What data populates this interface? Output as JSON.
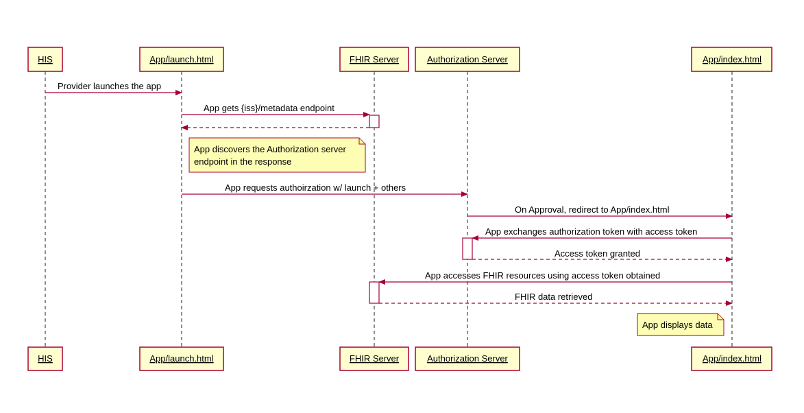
{
  "participants": [
    {
      "id": "his",
      "label": "HIS"
    },
    {
      "id": "launch",
      "label": "App/launch.html"
    },
    {
      "id": "fhir",
      "label": "FHIR Server"
    },
    {
      "id": "auth",
      "label": "Authorization Server"
    },
    {
      "id": "index",
      "label": "App/index.html"
    }
  ],
  "messages": [
    {
      "label": "Provider launches the app",
      "from": "his",
      "to": "launch",
      "dashed": false
    },
    {
      "label": "App gets {iss}/metadata endpoint",
      "from": "launch",
      "to": "fhir",
      "dashed": false
    },
    {
      "label": "",
      "from": "fhir",
      "to": "launch",
      "dashed": true
    },
    {
      "label": "App requests authoirzation w/ launch + others",
      "from": "launch",
      "to": "auth",
      "dashed": false
    },
    {
      "label": "On Approval, redirect to App/index.html",
      "from": "auth",
      "to": "index",
      "dashed": false
    },
    {
      "label": "App exchanges authorization token with access token",
      "from": "index",
      "to": "auth",
      "dashed": false
    },
    {
      "label": "Access token granted",
      "from": "auth",
      "to": "index",
      "dashed": true
    },
    {
      "label": "App accesses FHIR resources using access token obtained",
      "from": "index",
      "to": "fhir",
      "dashed": false
    },
    {
      "label": "FHIR data retrieved",
      "from": "fhir",
      "to": "index",
      "dashed": true
    }
  ],
  "notes": [
    {
      "lines": [
        "App discovers the Authorization server",
        "endpoint in the response"
      ],
      "over": "launch"
    },
    {
      "lines": [
        "App displays data"
      ],
      "over": "index"
    }
  ],
  "colors": {
    "participant_fill": "#fefece",
    "border": "#a80036",
    "note_fill": "#fbfb77",
    "lifeline": "#222222"
  }
}
